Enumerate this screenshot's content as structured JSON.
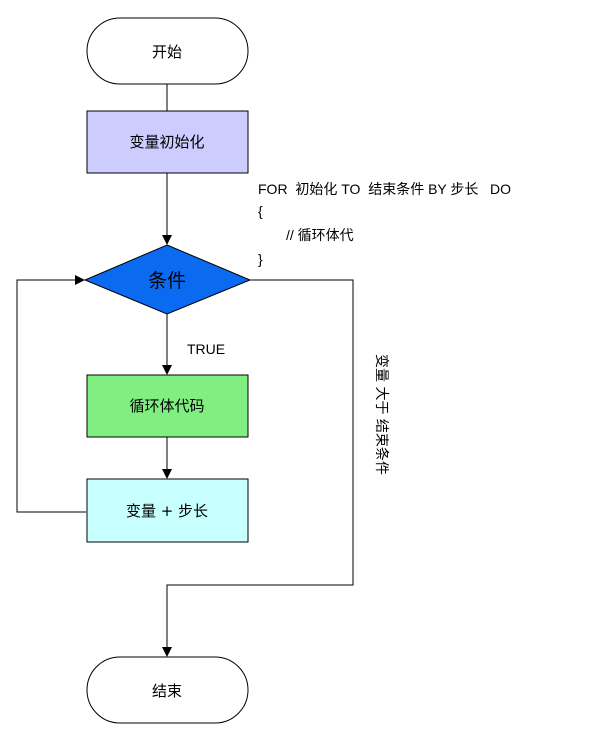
{
  "colors": {
    "init_fill": "#CCCCFF",
    "cond_fill": "#0A6AF0",
    "body_fill": "#80EE80",
    "step_fill": "#C8FFFF",
    "terminal_fill": "#FFFFFF",
    "stroke": "#000000"
  },
  "nodes": {
    "start": "开始",
    "init": "变量初始化",
    "condition": "条件",
    "body": "循环体代码",
    "step": "变量 + 步长",
    "end": "结束"
  },
  "code_note": {
    "line1": "FOR  初始化 TO  结束条件 BY 步长   DO",
    "line2": "{",
    "line3": "// 循环体代",
    "line4": "}"
  },
  "edges": {
    "true_label": "TRUE",
    "exit_label": "变量 大于 结束条件"
  }
}
